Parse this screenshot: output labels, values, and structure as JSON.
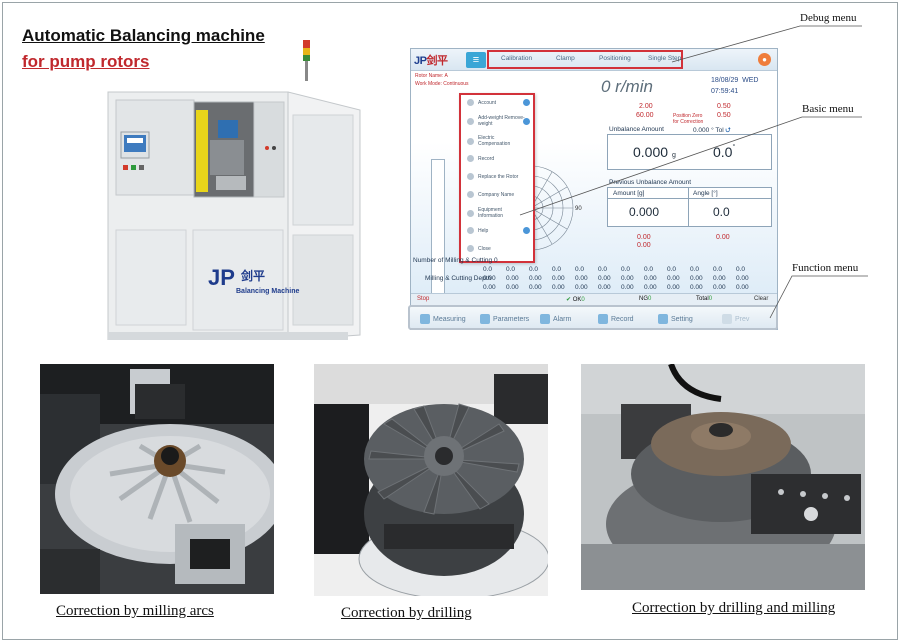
{
  "title": {
    "line1": "Automatic Balancing machine",
    "line2": "for pump rotors"
  },
  "machine": {
    "logo_letters": "JP",
    "logo_cn": "剑平",
    "logo_text": "Balancing Machine"
  },
  "hmi": {
    "logo_letters": "JP",
    "logo_cn": "剑平",
    "menu_icon": "hamburger-icon",
    "debug_tabs": [
      "Calibration",
      "Clamp",
      "Positioning",
      "Single Step"
    ],
    "user_icon": "user-icon",
    "rotor_name": "Rotor Name: A",
    "work_mode": "Work Mode: Continuous",
    "speed": "0 r/min",
    "date": "18/08/29",
    "weekday": "WED",
    "time": "07:59:41",
    "red_left_1": "2.00",
    "red_left_2": "60.00",
    "red_right_1": "0.50",
    "red_right_2": "0.50",
    "position_zero": "Position Zero",
    "for_correction": "for Correction",
    "unbalance_label": "Unbalance Amount",
    "tol_value": "0.000",
    "tol_label": "° Tol",
    "unbalance_amount": "0.000",
    "unbalance_unit": "g",
    "unbalance_angle": "0.0",
    "angle_unit": "°",
    "previous_label": "Previous Unbalance Amount",
    "prev_amount_header": "Amount [g]",
    "prev_angle_header": "Angle [°]",
    "prev_amount": "0.000",
    "prev_angle": "0.0",
    "prev_red_1": "0.00",
    "prev_red_2": "0.00",
    "prev_red_angle": "0.00",
    "polar_label": "90",
    "menu_items": [
      {
        "label": "Account",
        "icon": "account-icon"
      },
      {
        "label": "Add-weight Remove-weight",
        "icon": "weight-icon"
      },
      {
        "label": "Electric Compensation",
        "icon": "compensation-icon"
      },
      {
        "label": "Record",
        "icon": "record-icon"
      },
      {
        "label": "Replace the Rotor",
        "icon": "replace-icon"
      },
      {
        "label": "Company Name",
        "icon": "company-icon"
      },
      {
        "label": "Equipment Information",
        "icon": "info-icon"
      },
      {
        "label": "Help",
        "icon": "help-icon"
      },
      {
        "label": "Close",
        "icon": "close-icon"
      }
    ],
    "milling_count_label": "Number of Milling & Cutting",
    "milling_count": "0",
    "milling_depth_label": "Milling & Cutting Depth",
    "grid_rows": [
      [
        "0.0",
        "0.0",
        "0.0",
        "0.0",
        "0.0",
        "0.0",
        "0.0",
        "0.0",
        "0.0",
        "0.0",
        "0.0",
        "0.0"
      ],
      [
        "0.00",
        "0.00",
        "0.00",
        "0.00",
        "0.00",
        "0.00",
        "0.00",
        "0.00",
        "0.00",
        "0.00",
        "0.00",
        "0.00"
      ],
      [
        "0.00",
        "0.00",
        "0.00",
        "0.00",
        "0.00",
        "0.00",
        "0.00",
        "0.00",
        "0.00",
        "0.00",
        "0.00",
        "0.00"
      ]
    ],
    "status": {
      "stop": "Stop",
      "ok_label": "OK",
      "ok_value": "0",
      "ng_label": "NG",
      "ng_value": "0",
      "total_label": "Total",
      "total_value": "0",
      "clear": "Clear"
    },
    "function_menu": [
      "Measuring",
      "Parameters",
      "Alarm",
      "Record",
      "Setting",
      "Prev"
    ]
  },
  "callouts": {
    "debug": "Debug menu",
    "basic": "Basic menu",
    "function": "Function menu"
  },
  "captions": {
    "photo1": "Correction by milling arcs",
    "photo2": "Correction by drilling",
    "photo3": "Correction by drilling and milling"
  },
  "colors": {
    "accent_red": "#c0282d",
    "highlight_red": "#d2323a",
    "hmi_blue": "#2a4b86",
    "machine_yellow": "#e8d51a",
    "machine_body": "#eef0f1"
  }
}
